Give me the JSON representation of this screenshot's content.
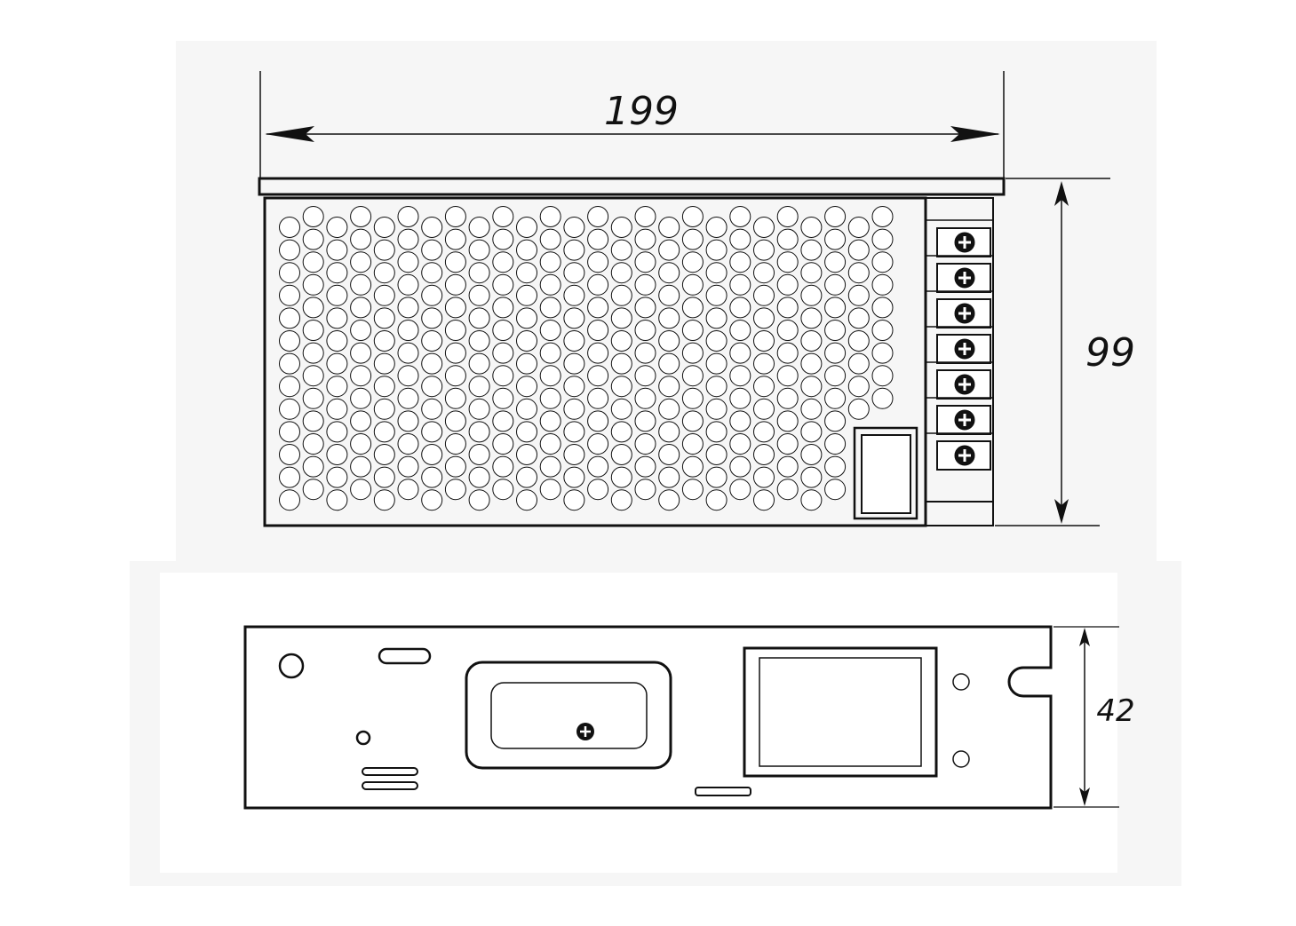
{
  "colors": {
    "ink": "#111111",
    "paper": "#ffffff",
    "backdrop": "#f6f6f6"
  },
  "dimensions": {
    "width": "199",
    "height": "99",
    "depth": "42"
  },
  "top_view": {
    "terminal_count": 7,
    "terminal_icon": "plus-screw-icon",
    "vent_hole_rows": 13,
    "vent_hole_cols": 26
  },
  "side_view": {
    "screw_icon": "plus-screw-icon"
  }
}
